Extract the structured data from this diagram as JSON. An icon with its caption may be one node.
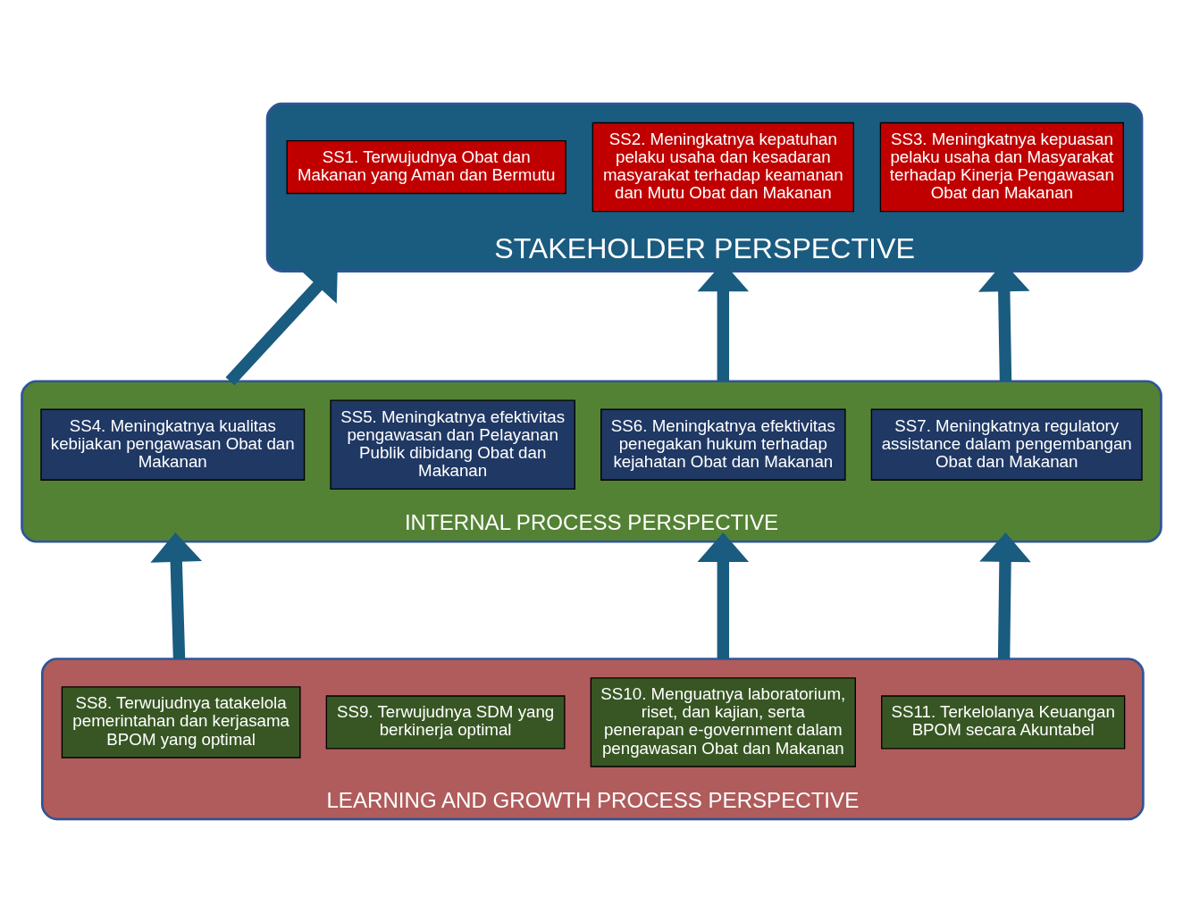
{
  "diagram": {
    "nodes": [
      {
        "text": [
          "STAKEHOLDER PERSPECTIVE"
        ]
      },
      {
        "text": [
          "SS1. Terwujudnya Obat dan Makanan yang Aman dan Bermutu"
        ],
        "in": 0
      },
      {
        "text": [
          "SS2. Meningkatnya kepatuhan pelaku usaha dan kesadaran masyarakat terhadap keamanan dan Mutu Obat dan Makanan"
        ],
        "in": 0
      },
      {
        "text": [
          "SS3. Meningkatnya kepuasan pelaku usaha dan Masyarakat terhadap Kinerja Pengawasan Obat dan Makanan"
        ],
        "in": 0
      },
      {
        "text": [
          "INTERNAL PROCESS PERSPECTIVE"
        ]
      },
      {
        "text": [
          "SS4. Meningkatnya kualitas kebijakan pengawasan Obat dan Makanan"
        ],
        "in": 4
      },
      {
        "text": [
          "SS5. Meningkatnya efektivitas pengawasan dan Pelayanan Publik dibidang Obat dan Makanan"
        ],
        "in": 4
      },
      {
        "text": [
          "SS6. Meningkatnya efektivitas penegakan hukum terhadap kejahatan Obat dan Makanan"
        ],
        "in": 4
      },
      {
        "text": [
          "SS7. Meningkatnya regulatory assistance dalam pengembangan Obat dan Makanan"
        ],
        "in": 4
      },
      {
        "text": [
          "LEARNING AND GROWTH PROCESS PERSPECTIVE"
        ]
      },
      {
        "text": [
          "SS8. Terwujudnya tatakelola pemerintahan dan kerjasama BPOM yang optimal"
        ],
        "in": 9
      },
      {
        "text": [
          "SS9. Terwujudnya SDM yang berkinerja optimal"
        ],
        "in": 9
      },
      {
        "text": [
          "SS10. Menguatnya laboratorium, riset, dan kajian, serta penerapan e-government dalam pengawasan Obat dan Makanan"
        ],
        "in": 9
      },
      {
        "text": [
          "SS11. Terkelolanya Keuangan BPOM secara Akuntabel"
        ],
        "in": 9
      }
    ],
    "edges": [
      {
        "from": 4,
        "to": 0,
        "arrow": "to"
      },
      {
        "from": 4,
        "to": 0,
        "arrow": "to"
      },
      {
        "from": 4,
        "to": 0,
        "arrow": "to"
      },
      {
        "from": 9,
        "to": 4,
        "arrow": "to"
      },
      {
        "from": 9,
        "to": 4,
        "arrow": "to"
      },
      {
        "from": 9,
        "to": 4,
        "arrow": "to"
      }
    ]
  }
}
